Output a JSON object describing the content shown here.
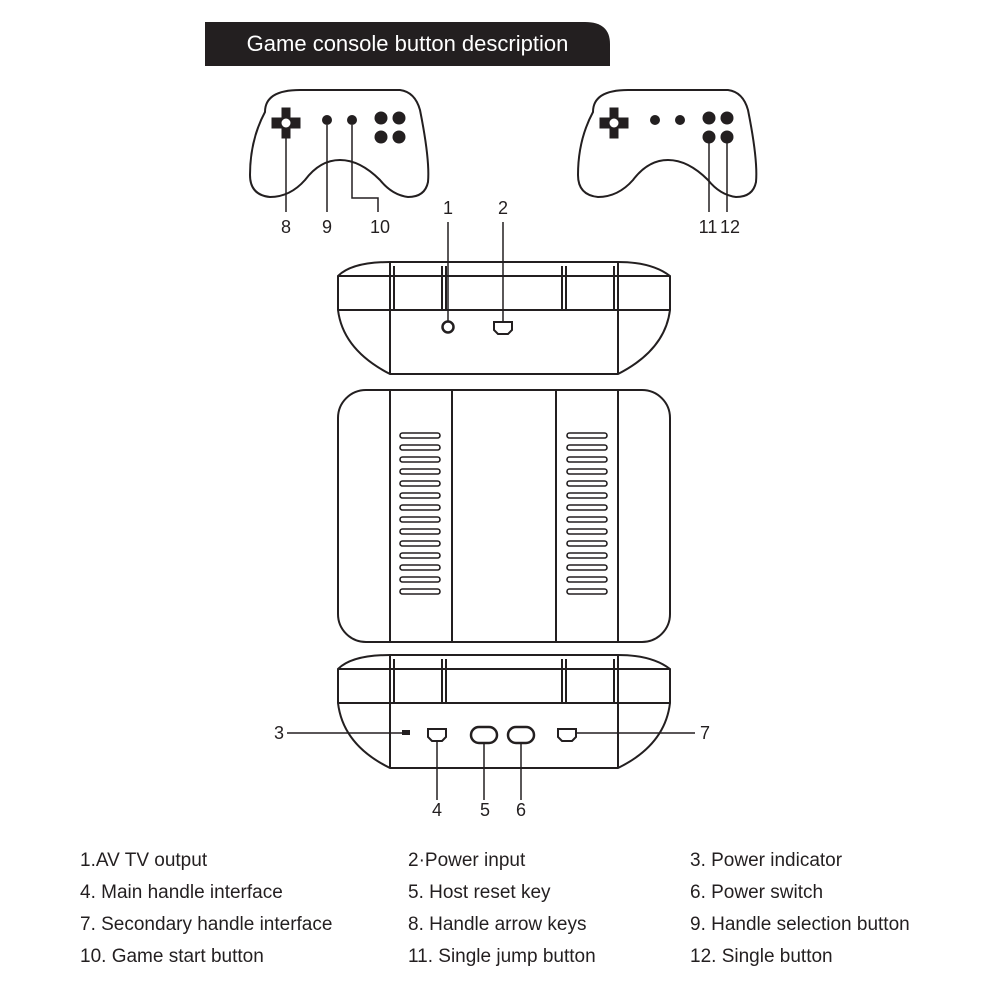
{
  "title": "Game console button description",
  "callouts": {
    "c1": "1",
    "c2": "2",
    "c3": "3",
    "c4": "4",
    "c5": "5",
    "c6": "6",
    "c7": "7",
    "c8": "8",
    "c9": "9",
    "c10": "10",
    "c11": "11",
    "c12": "12"
  },
  "legend": [
    "1.AV TV output",
    "2·Power input",
    "3. Power indicator",
    "4. Main handle interface",
    "5. Host reset key",
    "6. Power switch",
    "7. Secondary handle interface",
    "8. Handle arrow keys",
    "9. Handle selection button",
    "10. Game start button",
    "11. Single jump button",
    "12. Single button"
  ],
  "colors": {
    "ink": "#231f20",
    "banner": "#231f20",
    "background": "#ffffff"
  }
}
